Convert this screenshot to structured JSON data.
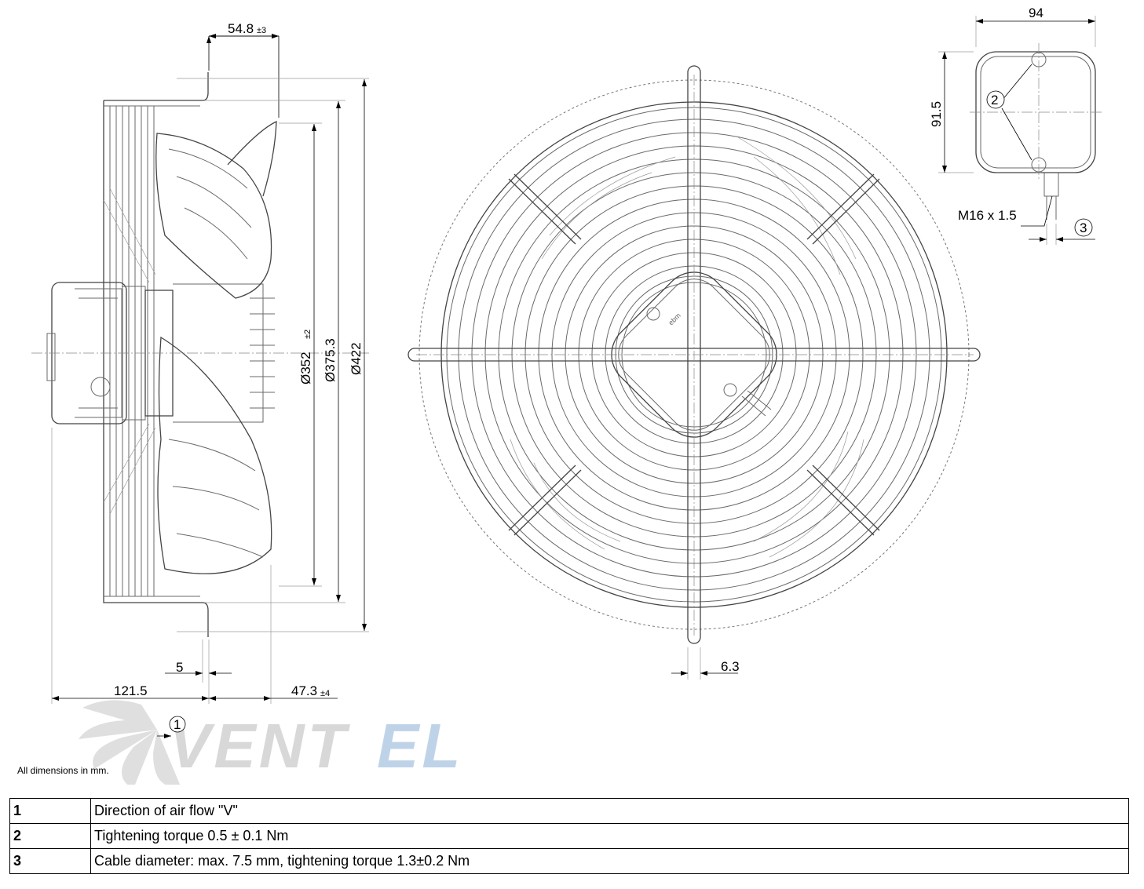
{
  "dimensions": {
    "d_54_8": "54.8",
    "d_54_8_tol": "±3",
    "d_352": "Ø352",
    "d_352_tol": "±2",
    "d_375_3": "Ø375.3",
    "d_422": "Ø422",
    "d_5": "5",
    "d_121_5": "121.5",
    "d_47_3": "47.3",
    "d_47_3_tol": "±4",
    "d_6_3": "6.3",
    "d_94": "94",
    "d_91_5": "91.5",
    "thread": "M16 x 1.5"
  },
  "callouts": {
    "c1": "1",
    "c2": "2",
    "c3": "3"
  },
  "watermark": {
    "text": "VENTEL",
    "color_gray": "#d4d4d4",
    "color_blue": "#b9cfe6"
  },
  "note": "All dimensions in mm.",
  "legend": [
    {
      "num": "1",
      "text": "Direction of air flow \"V\""
    },
    {
      "num": "2",
      "text": "Tightening torque 0.5 ± 0.1 Nm"
    },
    {
      "num": "3",
      "text": "Cable diameter: max. 7.5 mm, tightening torque 1.3±0.2 Nm"
    }
  ]
}
